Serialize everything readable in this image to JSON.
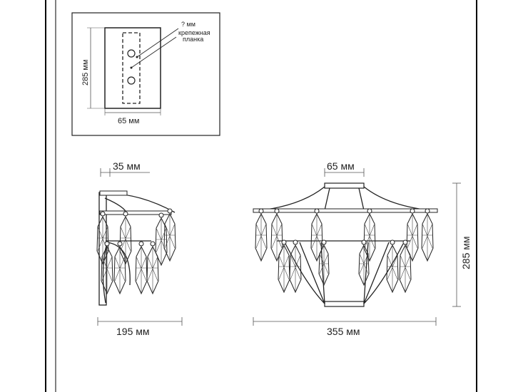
{
  "mount_plate": {
    "height_label": "285 мм",
    "width_label": "65 мм",
    "bolt_label": "? мм",
    "bracket_label_line1": "крепежная",
    "bracket_label_line2": "планка"
  },
  "side_view": {
    "top_label": "35 мм",
    "bottom_label": "195 мм"
  },
  "front_view": {
    "top_label": "65 мм",
    "bottom_label": "355 мм",
    "height_label": "285 мм"
  },
  "colors": {
    "line": "#222222",
    "frame": "#000000",
    "dim": "#555555"
  }
}
